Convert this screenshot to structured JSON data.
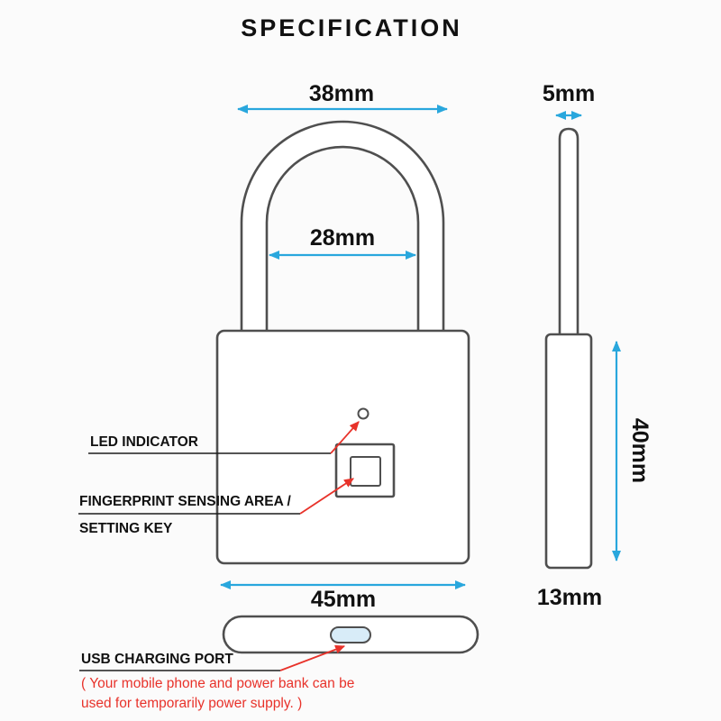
{
  "title": "SPECIFICATION",
  "dimensions": {
    "shackle_outer_width": "38mm",
    "shackle_inner_width": "28mm",
    "shackle_diameter": "5mm",
    "body_width": "45mm",
    "body_height": "40mm",
    "body_thickness": "13mm"
  },
  "callouts": {
    "led": "LED INDICATOR",
    "fingerprint_line1": "FINGERPRINT SENSING AREA /",
    "fingerprint_line2": "SETTING KEY",
    "usb": "USB CHARGING PORT"
  },
  "note": {
    "line1": "( Your mobile phone and power bank can be",
    "line2": "used for temporarily power supply. )"
  },
  "colors": {
    "background": "#fbfbfb",
    "text": "#111111",
    "outline": "#4f4f4f",
    "dimension": "#29a7dd",
    "leader": "#e8322a",
    "note": "#e8322a",
    "usb_port_fill": "#d8ecf8"
  }
}
